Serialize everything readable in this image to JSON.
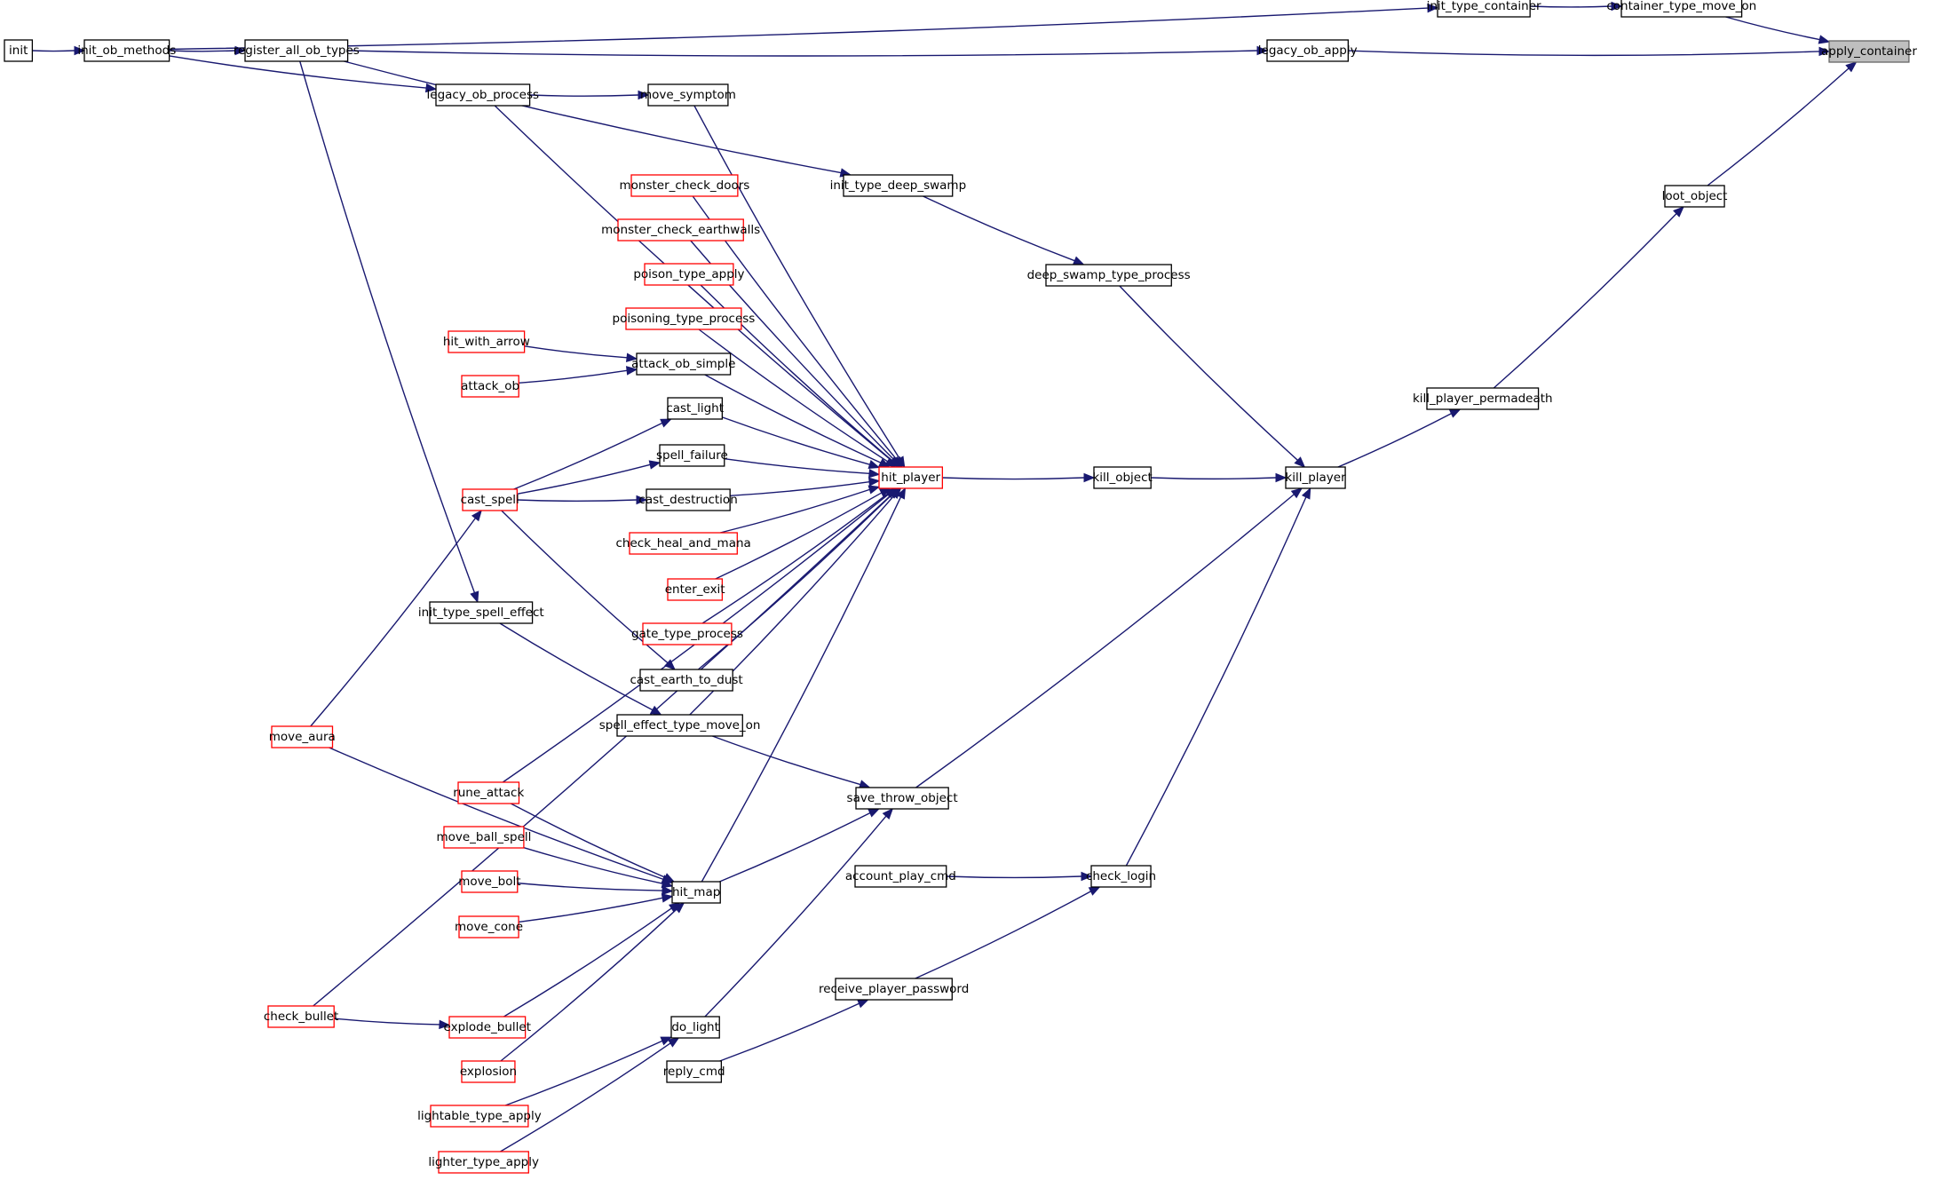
{
  "graph": {
    "root": "apply_container",
    "colors": {
      "edge": "#191970",
      "node_border": "#000000",
      "truncated_border": "#ff0000",
      "root_fill": "#bfbfbf"
    },
    "nodes": [
      {
        "id": "apply_container",
        "label": "apply_container",
        "root": true
      },
      {
        "id": "container_type_move_on",
        "label": "container_type_move_on"
      },
      {
        "id": "init_type_container",
        "label": "init_type_container"
      },
      {
        "id": "legacy_ob_apply",
        "label": "legacy_ob_apply"
      },
      {
        "id": "loot_object",
        "label": "loot_object"
      },
      {
        "id": "init",
        "label": "init"
      },
      {
        "id": "init_ob_methods",
        "label": "init_ob_methods"
      },
      {
        "id": "register_all_ob_types",
        "label": "register_all_ob_types"
      },
      {
        "id": "legacy_ob_process",
        "label": "legacy_ob_process"
      },
      {
        "id": "move_symptom",
        "label": "move_symptom"
      },
      {
        "id": "init_type_deep_swamp",
        "label": "init_type_deep_swamp"
      },
      {
        "id": "monster_check_doors",
        "label": "monster_check_doors",
        "truncated": true
      },
      {
        "id": "monster_check_earthwalls",
        "label": "monster_check_earthwalls",
        "truncated": true
      },
      {
        "id": "deep_swamp_type_process",
        "label": "deep_swamp_type_process"
      },
      {
        "id": "poison_type_apply",
        "label": "poison_type_apply",
        "truncated": true
      },
      {
        "id": "poisoning_type_process",
        "label": "poisoning_type_process",
        "truncated": true
      },
      {
        "id": "hit_with_arrow",
        "label": "hit_with_arrow",
        "truncated": true
      },
      {
        "id": "attack_ob_simple",
        "label": "attack_ob_simple"
      },
      {
        "id": "attack_ob",
        "label": "attack_ob",
        "truncated": true
      },
      {
        "id": "kill_player_permadeath",
        "label": "kill_player_permadeath"
      },
      {
        "id": "cast_light",
        "label": "cast_light"
      },
      {
        "id": "spell_failure",
        "label": "spell_failure"
      },
      {
        "id": "hit_player",
        "label": "hit_player",
        "truncated": true
      },
      {
        "id": "kill_object",
        "label": "kill_object"
      },
      {
        "id": "kill_player",
        "label": "kill_player"
      },
      {
        "id": "cast_spell",
        "label": "cast_spell",
        "truncated": true
      },
      {
        "id": "cast_destruction",
        "label": "cast_destruction"
      },
      {
        "id": "check_heal_and_mana",
        "label": "check_heal_and_mana",
        "truncated": true
      },
      {
        "id": "enter_exit",
        "label": "enter_exit",
        "truncated": true
      },
      {
        "id": "init_type_spell_effect",
        "label": "init_type_spell_effect"
      },
      {
        "id": "gate_type_process",
        "label": "gate_type_process",
        "truncated": true
      },
      {
        "id": "cast_earth_to_dust",
        "label": "cast_earth_to_dust"
      },
      {
        "id": "spell_effect_type_move_on",
        "label": "spell_effect_type_move_on"
      },
      {
        "id": "move_aura",
        "label": "move_aura",
        "truncated": true
      },
      {
        "id": "rune_attack",
        "label": "rune_attack",
        "truncated": true
      },
      {
        "id": "save_throw_object",
        "label": "save_throw_object"
      },
      {
        "id": "move_ball_spell",
        "label": "move_ball_spell",
        "truncated": true
      },
      {
        "id": "account_play_cmd",
        "label": "account_play_cmd"
      },
      {
        "id": "check_login",
        "label": "check_login"
      },
      {
        "id": "move_bolt",
        "label": "move_bolt",
        "truncated": true
      },
      {
        "id": "hit_map",
        "label": "hit_map"
      },
      {
        "id": "move_cone",
        "label": "move_cone",
        "truncated": true
      },
      {
        "id": "receive_player_password",
        "label": "receive_player_password"
      },
      {
        "id": "check_bullet",
        "label": "check_bullet",
        "truncated": true
      },
      {
        "id": "explode_bullet",
        "label": "explode_bullet",
        "truncated": true
      },
      {
        "id": "do_light",
        "label": "do_light"
      },
      {
        "id": "explosion",
        "label": "explosion",
        "truncated": true
      },
      {
        "id": "reply_cmd",
        "label": "reply_cmd"
      },
      {
        "id": "lightable_type_apply",
        "label": "lightable_type_apply",
        "truncated": true
      },
      {
        "id": "lighter_type_apply",
        "label": "lighter_type_apply",
        "truncated": true
      }
    ],
    "edges": [
      {
        "from": "init",
        "to": "init_ob_methods"
      },
      {
        "from": "init_ob_methods",
        "to": "register_all_ob_types"
      },
      {
        "from": "init_ob_methods",
        "to": "init_type_container"
      },
      {
        "from": "init_ob_methods",
        "to": "legacy_ob_process"
      },
      {
        "from": "register_all_ob_types",
        "to": "legacy_ob_apply"
      },
      {
        "from": "register_all_ob_types",
        "to": "init_type_deep_swamp"
      },
      {
        "from": "register_all_ob_types",
        "to": "init_type_spell_effect"
      },
      {
        "from": "init_type_container",
        "to": "container_type_move_on"
      },
      {
        "from": "container_type_move_on",
        "to": "apply_container"
      },
      {
        "from": "legacy_ob_apply",
        "to": "apply_container"
      },
      {
        "from": "loot_object",
        "to": "apply_container"
      },
      {
        "from": "kill_player_permadeath",
        "to": "loot_object"
      },
      {
        "from": "kill_player",
        "to": "kill_player_permadeath"
      },
      {
        "from": "kill_object",
        "to": "kill_player"
      },
      {
        "from": "deep_swamp_type_process",
        "to": "kill_player"
      },
      {
        "from": "save_throw_object",
        "to": "kill_player"
      },
      {
        "from": "check_login",
        "to": "kill_player"
      },
      {
        "from": "hit_player",
        "to": "kill_object"
      },
      {
        "from": "init_type_deep_swamp",
        "to": "deep_swamp_type_process"
      },
      {
        "from": "legacy_ob_process",
        "to": "move_symptom"
      },
      {
        "from": "legacy_ob_process",
        "to": "hit_player"
      },
      {
        "from": "move_symptom",
        "to": "hit_player"
      },
      {
        "from": "monster_check_doors",
        "to": "hit_player"
      },
      {
        "from": "monster_check_earthwalls",
        "to": "hit_player"
      },
      {
        "from": "poison_type_apply",
        "to": "hit_player"
      },
      {
        "from": "poisoning_type_process",
        "to": "hit_player"
      },
      {
        "from": "attack_ob_simple",
        "to": "hit_player"
      },
      {
        "from": "hit_with_arrow",
        "to": "attack_ob_simple"
      },
      {
        "from": "attack_ob",
        "to": "attack_ob_simple"
      },
      {
        "from": "cast_light",
        "to": "hit_player"
      },
      {
        "from": "spell_failure",
        "to": "hit_player"
      },
      {
        "from": "cast_destruction",
        "to": "hit_player"
      },
      {
        "from": "check_heal_and_mana",
        "to": "hit_player"
      },
      {
        "from": "enter_exit",
        "to": "hit_player"
      },
      {
        "from": "gate_type_process",
        "to": "hit_player"
      },
      {
        "from": "cast_earth_to_dust",
        "to": "hit_player"
      },
      {
        "from": "spell_effect_type_move_on",
        "to": "hit_player"
      },
      {
        "from": "check_bullet",
        "to": "hit_player"
      },
      {
        "from": "rune_attack",
        "to": "hit_player"
      },
      {
        "from": "hit_map",
        "to": "hit_player"
      },
      {
        "from": "cast_spell",
        "to": "cast_light"
      },
      {
        "from": "cast_spell",
        "to": "spell_failure"
      },
      {
        "from": "cast_spell",
        "to": "cast_destruction"
      },
      {
        "from": "cast_spell",
        "to": "cast_earth_to_dust"
      },
      {
        "from": "move_aura",
        "to": "cast_spell"
      },
      {
        "from": "move_aura",
        "to": "hit_map"
      },
      {
        "from": "init_type_spell_effect",
        "to": "spell_effect_type_move_on"
      },
      {
        "from": "spell_effect_type_move_on",
        "to": "save_throw_object"
      },
      {
        "from": "hit_map",
        "to": "save_throw_object"
      },
      {
        "from": "do_light",
        "to": "save_throw_object"
      },
      {
        "from": "rune_attack",
        "to": "hit_map"
      },
      {
        "from": "move_ball_spell",
        "to": "hit_map"
      },
      {
        "from": "move_bolt",
        "to": "hit_map"
      },
      {
        "from": "move_cone",
        "to": "hit_map"
      },
      {
        "from": "explode_bullet",
        "to": "hit_map"
      },
      {
        "from": "explosion",
        "to": "hit_map"
      },
      {
        "from": "check_bullet",
        "to": "explode_bullet"
      },
      {
        "from": "lightable_type_apply",
        "to": "do_light"
      },
      {
        "from": "lighter_type_apply",
        "to": "do_light"
      },
      {
        "from": "account_play_cmd",
        "to": "check_login"
      },
      {
        "from": "receive_player_password",
        "to": "check_login"
      },
      {
        "from": "reply_cmd",
        "to": "receive_player_password"
      }
    ]
  }
}
